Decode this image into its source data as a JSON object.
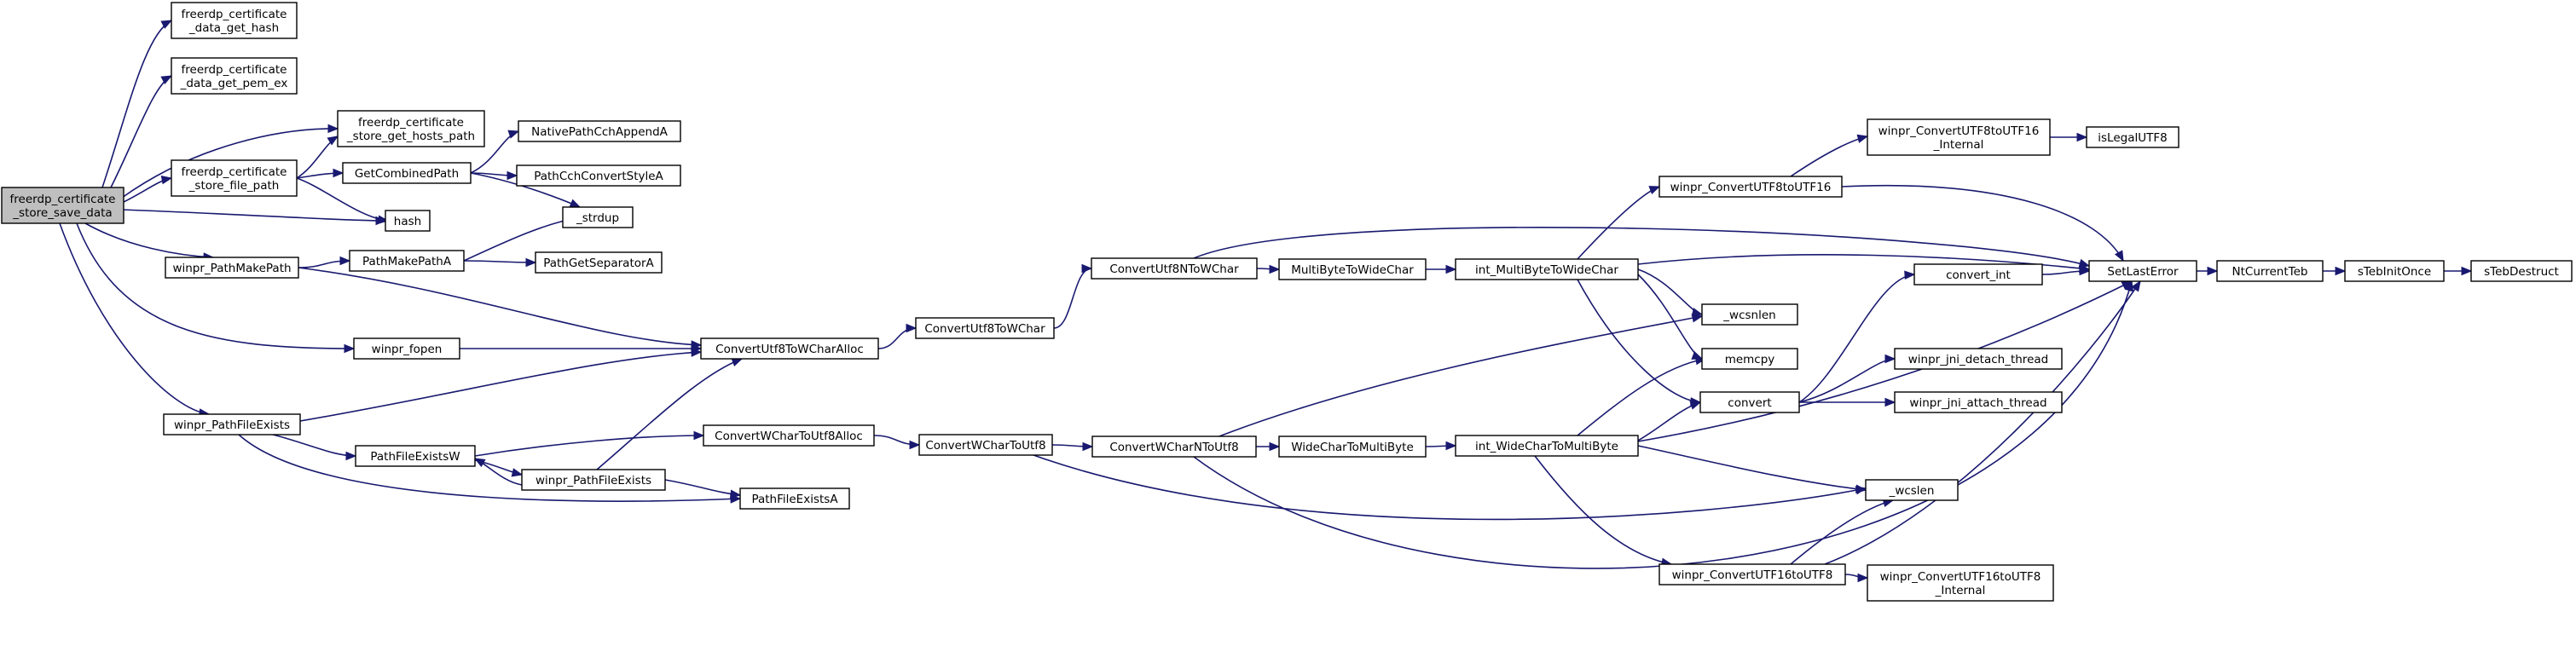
{
  "diagram": {
    "type": "call-graph",
    "edge_color": "#191970",
    "root_fill": "#bfbfbf",
    "nodes": [
      {
        "id": "root",
        "lines": [
          "freerdp_certificate",
          "_store_save_data"
        ],
        "root": true
      },
      {
        "id": "get_hash",
        "lines": [
          "freerdp_certificate",
          "_data_get_hash"
        ]
      },
      {
        "id": "get_pem",
        "lines": [
          "freerdp_certificate",
          "_data_get_pem_ex"
        ]
      },
      {
        "id": "hosts_path",
        "lines": [
          "freerdp_certificate",
          "_store_get_hosts_path"
        ]
      },
      {
        "id": "file_path",
        "lines": [
          "freerdp_certificate",
          "_store_file_path"
        ]
      },
      {
        "id": "hash",
        "lines": [
          "hash"
        ]
      },
      {
        "id": "pathmake",
        "lines": [
          "winpr_PathMakePath"
        ]
      },
      {
        "id": "fopen",
        "lines": [
          "winpr_fopen"
        ]
      },
      {
        "id": "fileexists",
        "lines": [
          "winpr_PathFileExists"
        ]
      },
      {
        "id": "combined",
        "lines": [
          "GetCombinedPath"
        ]
      },
      {
        "id": "pathmakeA",
        "lines": [
          "PathMakePathA"
        ]
      },
      {
        "id": "pfeW",
        "lines": [
          "PathFileExistsW"
        ]
      },
      {
        "id": "wpfe",
        "lines": [
          "winpr_PathFileExists"
        ]
      },
      {
        "id": "npcca",
        "lines": [
          "NativePathCchAppendA"
        ]
      },
      {
        "id": "pccsa",
        "lines": [
          "PathCchConvertStyleA"
        ]
      },
      {
        "id": "strdup",
        "lines": [
          "_strdup"
        ]
      },
      {
        "id": "pgsa",
        "lines": [
          "PathGetSeparatorA"
        ]
      },
      {
        "id": "cu8wca",
        "lines": [
          "ConvertUtf8ToWCharAlloc"
        ]
      },
      {
        "id": "cwcu8a",
        "lines": [
          "ConvertWCharToUtf8Alloc"
        ]
      },
      {
        "id": "pfeA",
        "lines": [
          "PathFileExistsA"
        ]
      },
      {
        "id": "cu8wc",
        "lines": [
          "ConvertUtf8ToWChar"
        ]
      },
      {
        "id": "cwcu8",
        "lines": [
          "ConvertWCharToUtf8"
        ]
      },
      {
        "id": "cu8nwc",
        "lines": [
          "ConvertUtf8NToWChar"
        ]
      },
      {
        "id": "cwcnu8",
        "lines": [
          "ConvertWCharNToUtf8"
        ]
      },
      {
        "id": "mb2wc",
        "lines": [
          "MultiByteToWideChar"
        ]
      },
      {
        "id": "wc2mb",
        "lines": [
          "WideCharToMultiByte"
        ]
      },
      {
        "id": "imb2wc",
        "lines": [
          "int_MultiByteToWideChar"
        ]
      },
      {
        "id": "iwc2mb",
        "lines": [
          "int_WideCharToMultiByte"
        ]
      },
      {
        "id": "wu8to16",
        "lines": [
          "winpr_ConvertUTF8toUTF16"
        ]
      },
      {
        "id": "wu8to16i",
        "lines": [
          "winpr_ConvertUTF8toUTF16",
          "_Internal"
        ]
      },
      {
        "id": "islegal",
        "lines": [
          "isLegalUTF8"
        ]
      },
      {
        "id": "wcsnlen",
        "lines": [
          "_wcsnlen"
        ]
      },
      {
        "id": "memcpy",
        "lines": [
          "memcpy"
        ]
      },
      {
        "id": "convert",
        "lines": [
          "convert"
        ]
      },
      {
        "id": "convint",
        "lines": [
          "convert_int"
        ]
      },
      {
        "id": "jnidetach",
        "lines": [
          "winpr_jni_detach_thread"
        ]
      },
      {
        "id": "jniattach",
        "lines": [
          "winpr_jni_attach_thread"
        ]
      },
      {
        "id": "wcslen",
        "lines": [
          "_wcslen"
        ]
      },
      {
        "id": "wu16to8",
        "lines": [
          "winpr_ConvertUTF16toUTF8"
        ]
      },
      {
        "id": "wu16to8i",
        "lines": [
          "winpr_ConvertUTF16toUTF8",
          "_Internal"
        ]
      },
      {
        "id": "setlasterr",
        "lines": [
          "SetLastError"
        ]
      },
      {
        "id": "ntteb",
        "lines": [
          "NtCurrentTeb"
        ]
      },
      {
        "id": "steb",
        "lines": [
          "sTebInitOnce"
        ]
      },
      {
        "id": "stebd",
        "lines": [
          "sTebDestruct"
        ]
      }
    ]
  }
}
